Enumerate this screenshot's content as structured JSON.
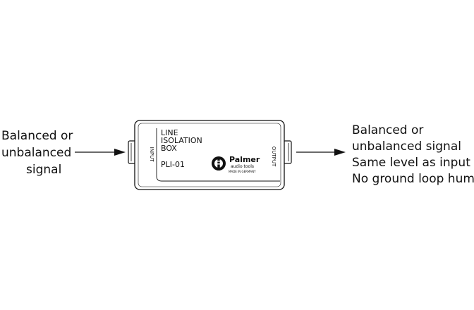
{
  "input_label": [
    "Balanced or",
    "unbalanced",
    "signal"
  ],
  "output_label": [
    "Balanced or",
    "unbalanced signal",
    "Same level as input",
    "No ground loop hum"
  ],
  "device": {
    "title_lines": [
      "LINE",
      "ISOLATION",
      "BOX"
    ],
    "model": "PLI-01",
    "brand": "Palmer",
    "brand_sub": "audio tools",
    "made_in": "MADE IN GERMANY",
    "input_jack": "INPUT",
    "output_jack": "OUTPUT"
  },
  "colors": {
    "line": "#111111",
    "background": "#ffffff"
  }
}
